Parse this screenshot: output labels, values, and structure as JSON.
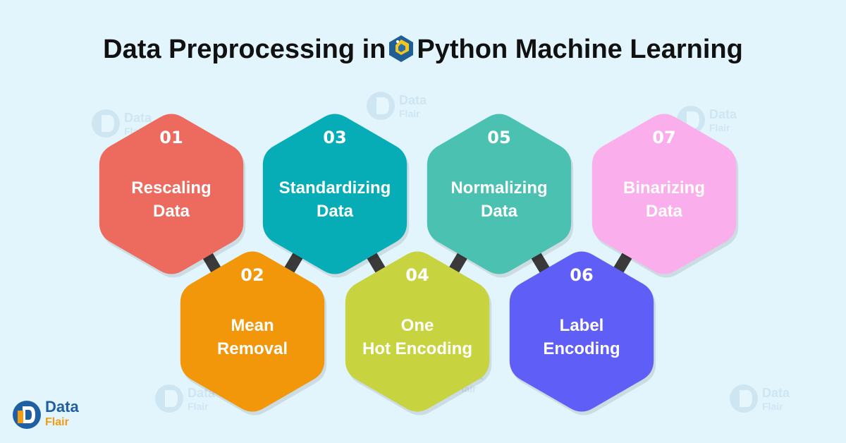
{
  "title": {
    "before": "Data Preprocessing in",
    "after": "Python Machine Learning"
  },
  "colors": {
    "background": "#e3f5fc",
    "connector": "#3a3a3a",
    "rescaling": "#ec6a5e",
    "mean_removal": "#f2960a",
    "standardizing": "#06adb6",
    "one_hot": "#c7d33f",
    "normalizing": "#4bc1b1",
    "label": "#5f5ef6",
    "binarizing": "#faaeec"
  },
  "steps": [
    {
      "num": "01",
      "line1": "Rescaling",
      "line2": "Data",
      "color_key": "rescaling"
    },
    {
      "num": "02",
      "line1": "Mean",
      "line2": "Removal",
      "color_key": "mean_removal"
    },
    {
      "num": "03",
      "line1": "Standardizing",
      "line2": "Data",
      "color_key": "standardizing"
    },
    {
      "num": "04",
      "line1": "One",
      "line2": "Hot Encoding",
      "color_key": "one_hot"
    },
    {
      "num": "05",
      "line1": "Normalizing",
      "line2": "Data",
      "color_key": "normalizing"
    },
    {
      "num": "06",
      "line1": "Label",
      "line2": "Encoding",
      "color_key": "label"
    },
    {
      "num": "07",
      "line1": "Binarizing",
      "line2": "Data",
      "color_key": "binarizing"
    }
  ],
  "brand": {
    "line1": "Data",
    "line2": "Flair",
    "icon": "dataflair-logo-icon"
  }
}
